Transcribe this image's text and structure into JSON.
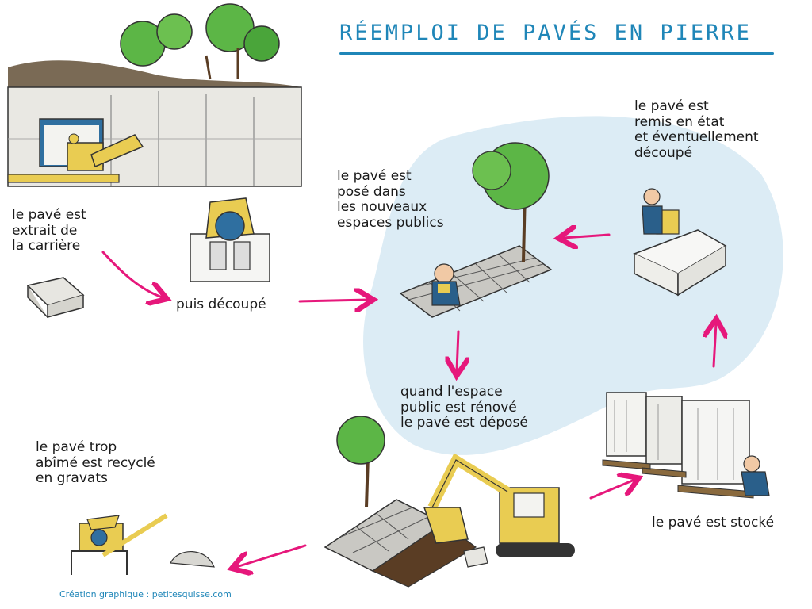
{
  "title": "RÉEMPLOI DE PAVÉS EN PIERRE",
  "steps": {
    "extraction": "le pavé est\nextrait de\nla carrière",
    "cutting": "puis découpé",
    "laying": "le pavé est\nposé dans\nles nouveaux\nespaces publics",
    "refurbish": "le pavé est\nremis en état\net éventuellement\ndécoupé",
    "removal": "quand l'espace\npublic est rénové\nle pavé est déposé",
    "storage": "le pavé est stocké",
    "recycle": "le pavé trop\nabîmé est recyclé\nen gravats"
  },
  "credit": "Création graphique : petitesquisse.com",
  "colors": {
    "title": "#1f86b8",
    "arrow": "#e6177b",
    "cycle_bg": "#dcecf5",
    "machine": "#e9cc52",
    "foliage": "#5cb646",
    "worker": "#2a5f8a"
  }
}
